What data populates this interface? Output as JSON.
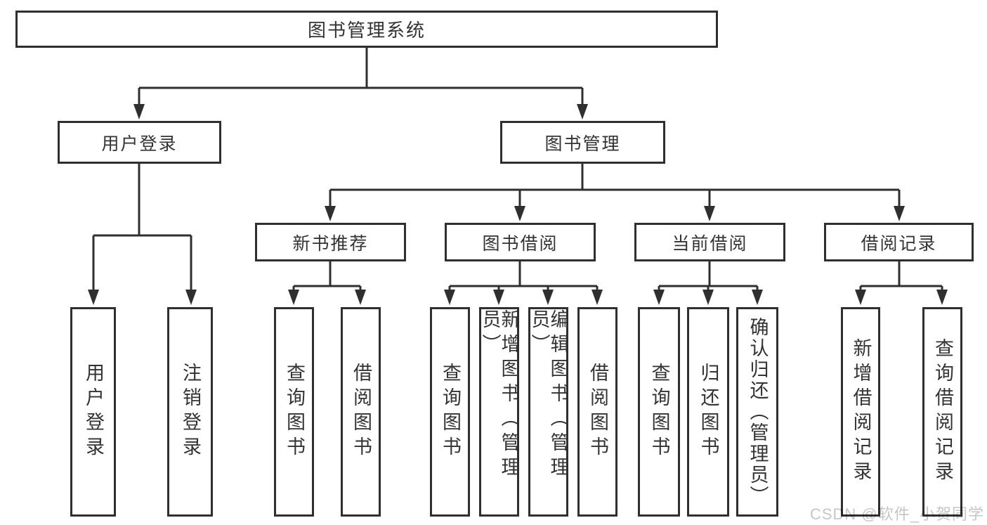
{
  "diagram": {
    "type": "hierarchy-tree",
    "root": {
      "label": "图书管理系统"
    },
    "branches": [
      {
        "label": "用户登录",
        "leaves": [
          {
            "label": "用户登录"
          },
          {
            "label": "注销登录"
          }
        ]
      },
      {
        "label": "图书管理",
        "children": [
          {
            "label": "新书推荐",
            "leaves": [
              {
                "label": "查询图书"
              },
              {
                "label": "借阅图书"
              }
            ]
          },
          {
            "label": "图书借阅",
            "leaves": [
              {
                "label": "查询图书"
              },
              {
                "label": "新增图书（管理员）"
              },
              {
                "label": "编辑图书（管理员）"
              },
              {
                "label": "借阅图书"
              }
            ]
          },
          {
            "label": "当前借阅",
            "leaves": [
              {
                "label": "查询图书"
              },
              {
                "label": "归还图书"
              },
              {
                "label": "确认归还（管理员）"
              }
            ]
          },
          {
            "label": "借阅记录",
            "leaves": [
              {
                "label": "新增借阅记录"
              },
              {
                "label": "查询借阅记录"
              }
            ]
          }
        ]
      }
    ]
  },
  "watermark": {
    "text": "CSDN @软件_小贺同学"
  },
  "colors": {
    "line": "#2f2f2f",
    "text": "#333333",
    "background": "#ffffff",
    "watermark": "#c6c6c6"
  }
}
